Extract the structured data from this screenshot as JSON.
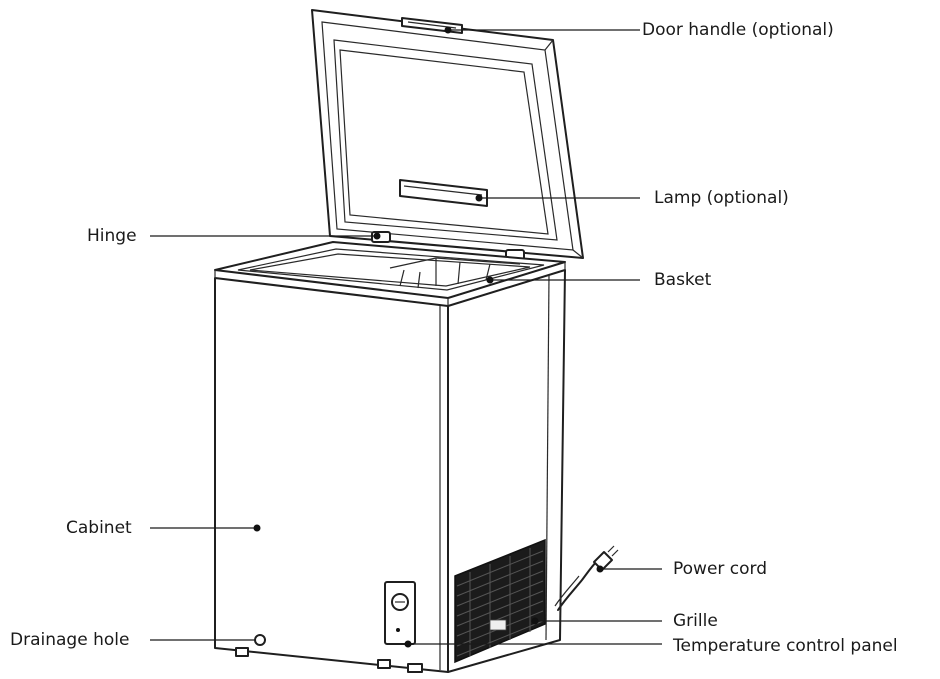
{
  "labels": {
    "door_handle": "Door handle (optional)",
    "lamp": "Lamp (optional)",
    "hinge": "Hinge",
    "basket": "Basket",
    "cabinet": "Cabinet",
    "power_cord": "Power cord",
    "grille": "Grille",
    "drainage_hole": "Drainage hole",
    "temperature_control_panel": "Temperature control panel"
  }
}
